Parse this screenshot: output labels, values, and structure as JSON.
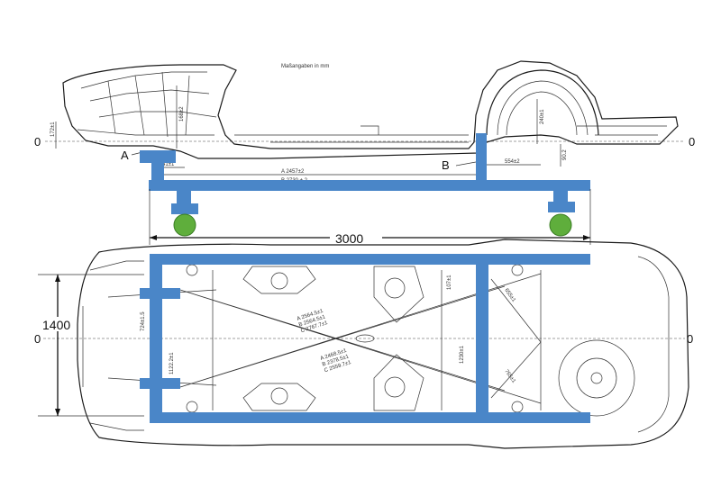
{
  "drawing": {
    "header_text": "Maßangaben in mm",
    "datum_label": "0",
    "point_labels": {
      "a": "A",
      "b": "B"
    },
    "wheelbase_value": "3000",
    "track_value": "1400",
    "side_dimensions": {
      "height_left": "172±1",
      "height_mid": "168±2",
      "offset_a": "41±1",
      "length_a": "A 2457±2",
      "length_b": "B 2730 ± 2",
      "offset_rear": "554±2",
      "height_rear_small": "90.2",
      "height_rear_tall": "240±1"
    },
    "plan_dimensions": {
      "width_front": "724±1.5",
      "width_inner": "1122.2±1",
      "diag_upper_a": "A 2564.5±1",
      "diag_upper_b": "B 2564.5±1",
      "diag_upper_c": "C 2767.7±1",
      "diag_lower_a": "A 2468.5±1",
      "diag_lower_b": "B 2378.5±1",
      "diag_lower_c": "C 2559.7±1",
      "width_mid": "1230±1",
      "rear_upper": "107±1",
      "rear_diag_upper": "655±1",
      "rear_diag_lower": "765±1"
    }
  },
  "overlay": {
    "frame_color": "#4a86c8",
    "wheel_color": "#5fae3c"
  }
}
